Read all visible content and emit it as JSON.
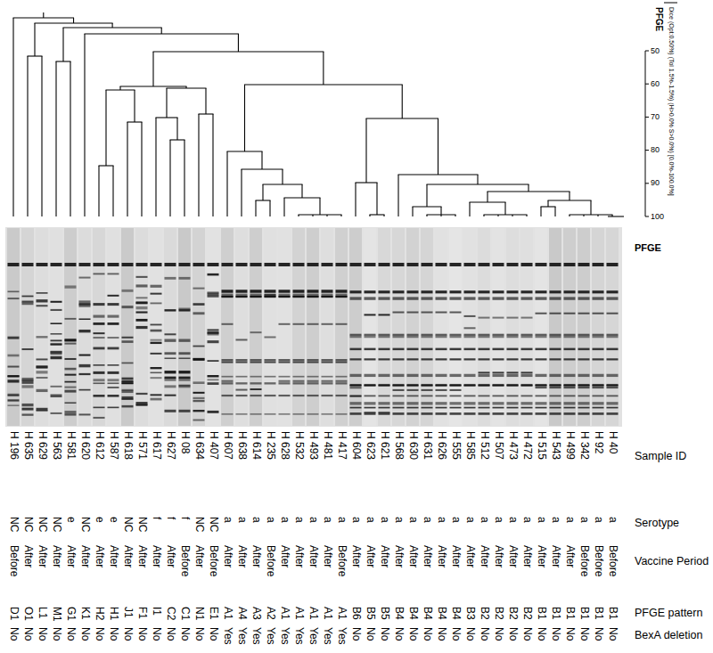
{
  "diagram": {
    "labels": [
      "PFGE",
      "Dice (Opt:0.50%) (Tol 1.5%-1.5%) (H>0.0% S>0.0%) [0.0%-100.0%]",
      "50",
      "60",
      "70",
      "80",
      "90",
      "100",
      "PFGE",
      "H 196",
      "H 635",
      "H 629",
      "H 563",
      "H 581",
      "H 620",
      "H 612",
      "H 587",
      "H 618",
      "H 571",
      "H 617",
      "H 627",
      "H 08",
      "H 634",
      "H 407",
      "H 607",
      "H 638",
      "H 614",
      "H 235",
      "H 628",
      "H 532",
      "H 493",
      "H 481",
      "H 417",
      "H 604",
      "H 623",
      "H 621",
      "H 568",
      "H 630",
      "H 631",
      "H 626",
      "H 555",
      "H 585",
      "H 512",
      "H 507",
      "H 473",
      "H 472",
      "H 515",
      "H 543",
      "H 499",
      "H 342",
      "H 92",
      "H 40",
      "Sample ID",
      "NC",
      "NC",
      "NC",
      "NC",
      "e",
      "NC",
      "e",
      "e",
      "NC",
      "NC",
      "f",
      "f",
      "f",
      "NC",
      "NC",
      "a",
      "a",
      "a",
      "a",
      "a",
      "a",
      "a",
      "a",
      "a",
      "a",
      "a",
      "a",
      "a",
      "a",
      "a",
      "a",
      "a",
      "a",
      "a",
      "a",
      "a",
      "a",
      "a",
      "a",
      "a",
      "a",
      "a",
      "a",
      "Serotype",
      "Before",
      "After",
      "After",
      "After",
      "After",
      "After",
      "After",
      "After",
      "After",
      "After",
      "After",
      "After",
      "Before",
      "After",
      "Before",
      "After",
      "After",
      "After",
      "Before",
      "After",
      "After",
      "After",
      "After",
      "Before",
      "After",
      "After",
      "After",
      "After",
      "After",
      "After",
      "After",
      "After",
      "After",
      "After",
      "After",
      "After",
      "After",
      "After",
      "After",
      "After",
      "Before",
      "Before",
      "Before",
      "Vaccine Period",
      "D1",
      "O1",
      "L1",
      "M1",
      "G1",
      "K1",
      "H2",
      "H1",
      "J1",
      "F1",
      "I1",
      "C2",
      "C1",
      "N1",
      "E1",
      "A1",
      "A4",
      "A3",
      "A2",
      "A1",
      "A1",
      "A1",
      "A1",
      "A1",
      "B6",
      "B5",
      "B5",
      "B4",
      "B4",
      "B4",
      "B4",
      "B4",
      "B3",
      "B2",
      "B2",
      "B2",
      "B2",
      "B1",
      "B1",
      "B1",
      "B1",
      "B1",
      "B1",
      "PFGE pattern",
      "No",
      "No",
      "No",
      "No",
      "No",
      "No",
      "No",
      "No",
      "No",
      "No",
      "No",
      "No",
      "No",
      "No",
      "No",
      "Yes",
      "Yes",
      "Yes",
      "Yes",
      "Yes",
      "Yes",
      "Yes",
      "Yes",
      "Yes",
      "No",
      "No",
      "No",
      "No",
      "No",
      "No",
      "No",
      "No",
      "No",
      "No",
      "No",
      "No",
      "No",
      "No",
      "No",
      "No",
      "No",
      "No",
      "No",
      "BexA deletion"
    ]
  }
}
